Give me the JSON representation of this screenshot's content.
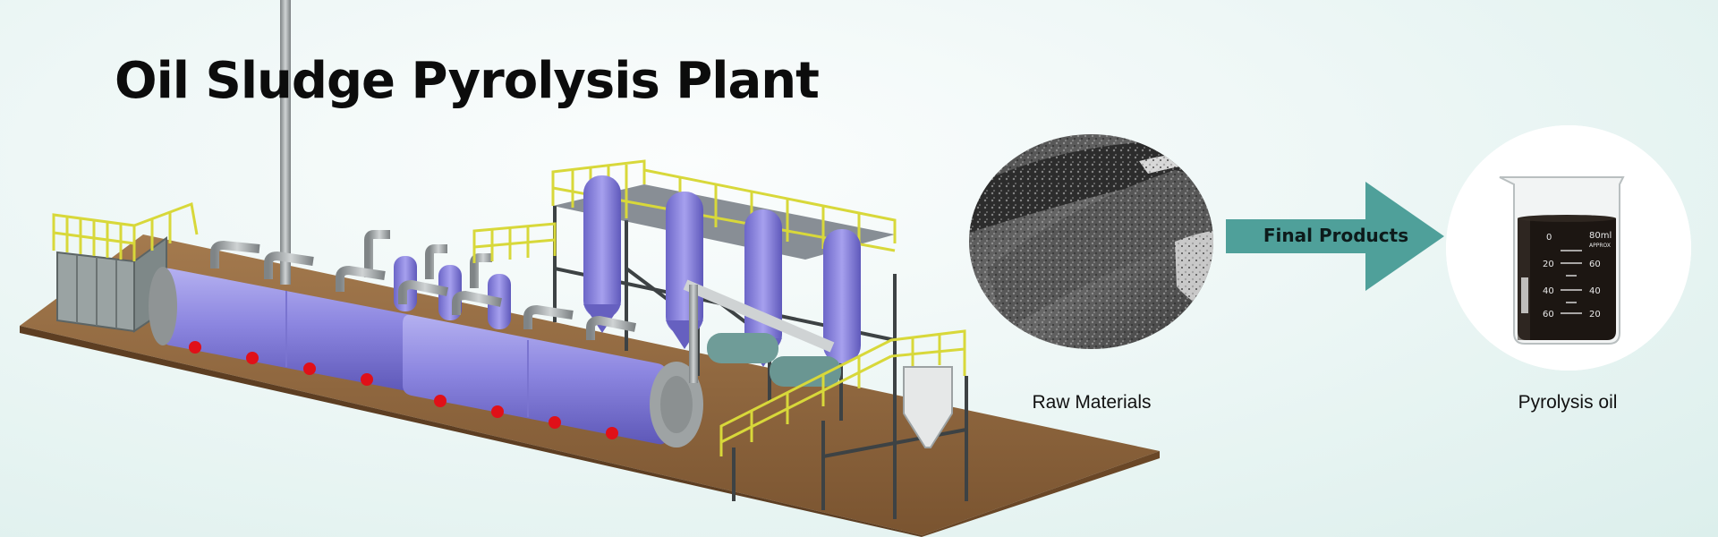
{
  "title": "Oil Sludge Pyrolysis Plant",
  "flow": {
    "arrow_label": "Final Products",
    "arrow_color": "#4fa09a"
  },
  "raw_materials": {
    "caption": "Raw Materials"
  },
  "product": {
    "caption": "Pyrolysis oil"
  },
  "beaker_markings": [
    "80ml",
    "APPROX",
    "0",
    "20",
    "40",
    "60",
    "60",
    "40",
    "20"
  ]
}
